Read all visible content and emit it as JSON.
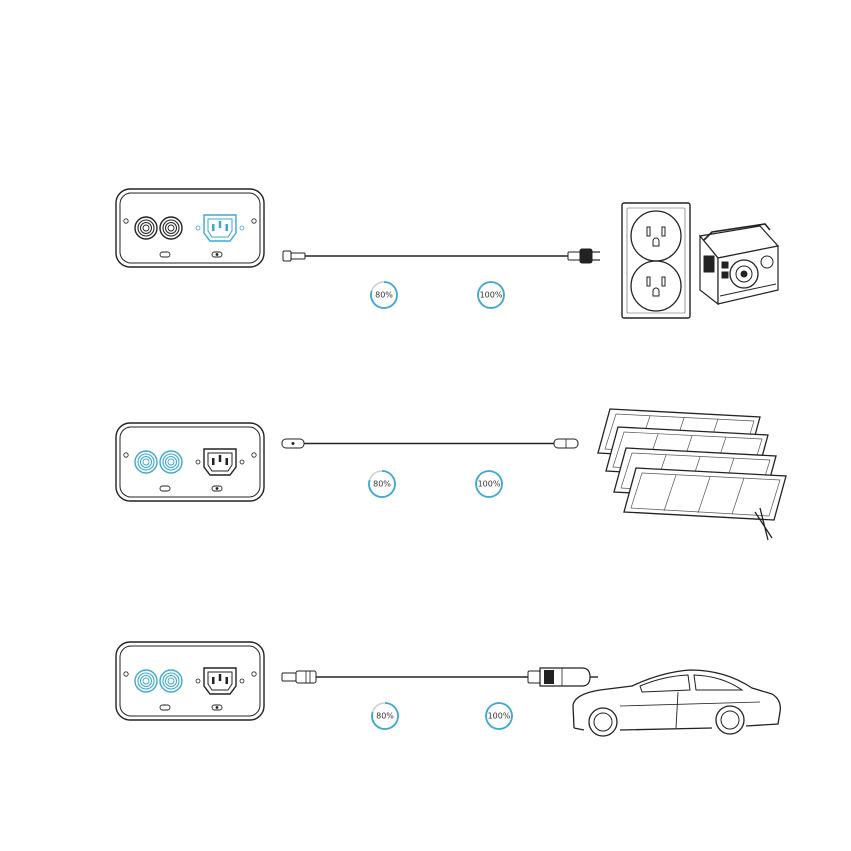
{
  "colors": {
    "accent": "#3aa9d6",
    "line": "#222222",
    "ring_track": "#d0d0d0"
  },
  "rows": [
    {
      "active_port": "ac-input",
      "source": "wall-outlet-and-generator",
      "indicators": [
        {
          "label": "80%",
          "fraction": 0.8
        },
        {
          "label": "100%",
          "fraction": 1.0
        }
      ]
    },
    {
      "active_port": "dc-inputs",
      "source": "solar-panels",
      "indicators": [
        {
          "label": "80%",
          "fraction": 0.8
        },
        {
          "label": "100%",
          "fraction": 1.0
        }
      ]
    },
    {
      "active_port": "dc-inputs",
      "source": "car",
      "indicators": [
        {
          "label": "80%",
          "fraction": 0.8
        },
        {
          "label": "100%",
          "fraction": 1.0
        }
      ]
    }
  ]
}
